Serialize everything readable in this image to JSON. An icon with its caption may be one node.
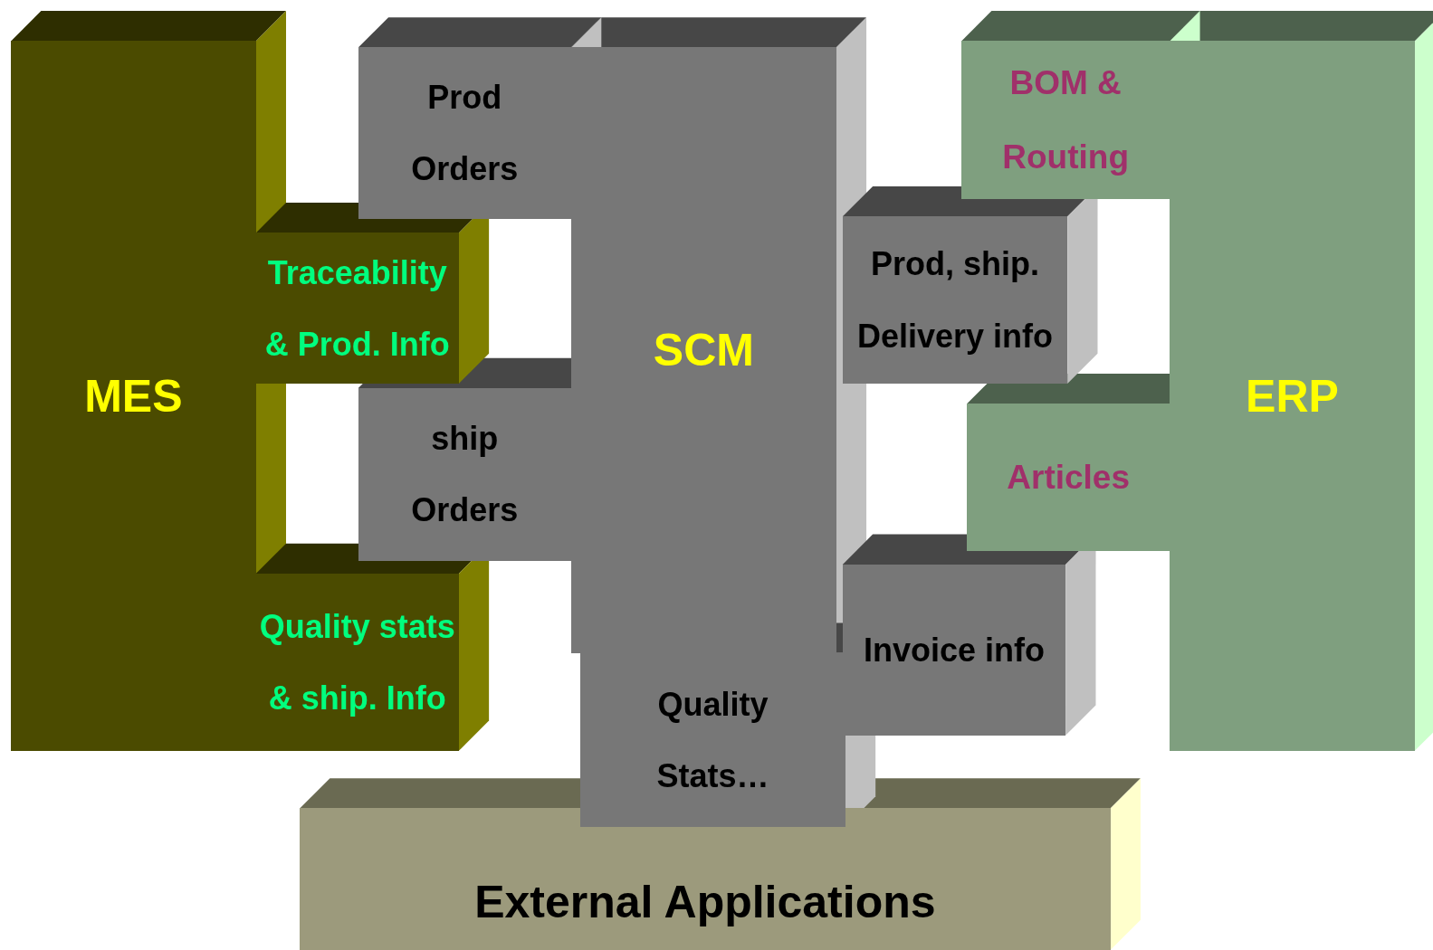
{
  "diagram": {
    "nodes": [
      {
        "text": [
          "External Applications"
        ]
      },
      {
        "text": [
          "ERP"
        ]
      },
      {
        "text": [
          "BOM & Routing"
        ]
      },
      {
        "text": [
          "Articles"
        ]
      },
      {
        "text": [
          "SCM"
        ]
      },
      {
        "text": [
          "Prod Orders"
        ]
      },
      {
        "text": [
          "ship Orders"
        ]
      },
      {
        "text": [
          "Quality Stats…"
        ]
      },
      {
        "text": [
          "Prod, ship. Delivery info"
        ]
      },
      {
        "text": [
          "Invoice info"
        ]
      },
      {
        "text": [
          "MES"
        ]
      },
      {
        "text": [
          "Traceability & Prod. Info"
        ]
      },
      {
        "text": [
          "Quality stats & ship. Info"
        ]
      }
    ]
  }
}
